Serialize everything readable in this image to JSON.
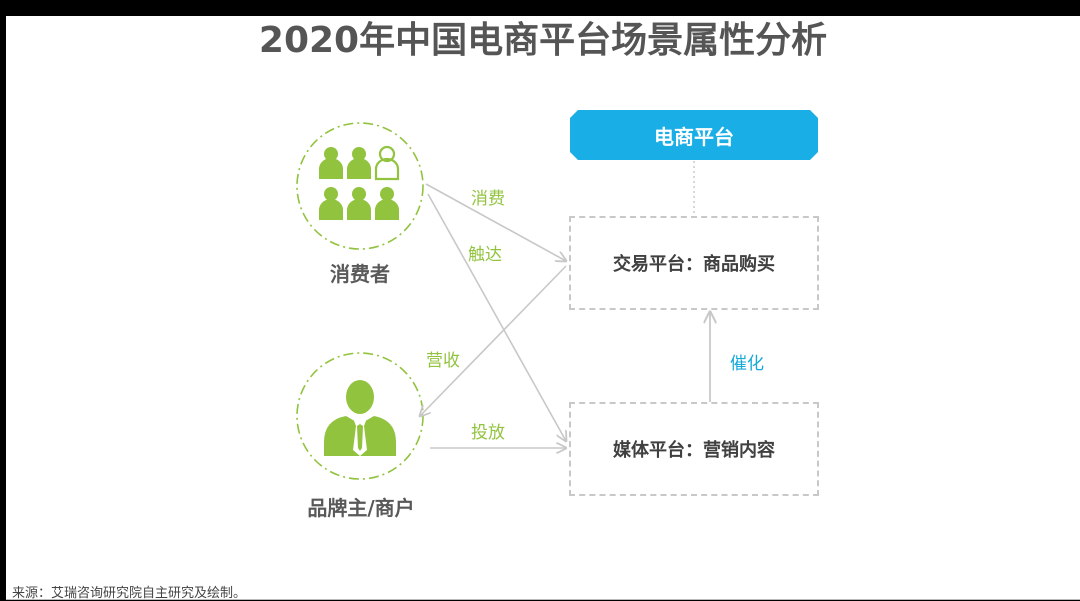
{
  "title": "2020年中国电商平台场景属性分析",
  "nodes": {
    "consumer": "消费者",
    "merchant": "品牌主/商户",
    "platform": "电商平台",
    "trade": "交易平台：商品购买",
    "media": "媒体平台：营销内容"
  },
  "edges": {
    "consume": "消费",
    "reach": "触达",
    "revenue": "营收",
    "invest": "投放",
    "catalyze": "催化"
  },
  "source": "来源：艾瑞咨询研究院自主研究及绘制。",
  "colors": {
    "green": "#92c33f",
    "blue": "#17a9d9",
    "text": "#555555",
    "line": "#c8c8c8"
  },
  "icons": [
    "people-group-icon",
    "businessman-icon"
  ]
}
